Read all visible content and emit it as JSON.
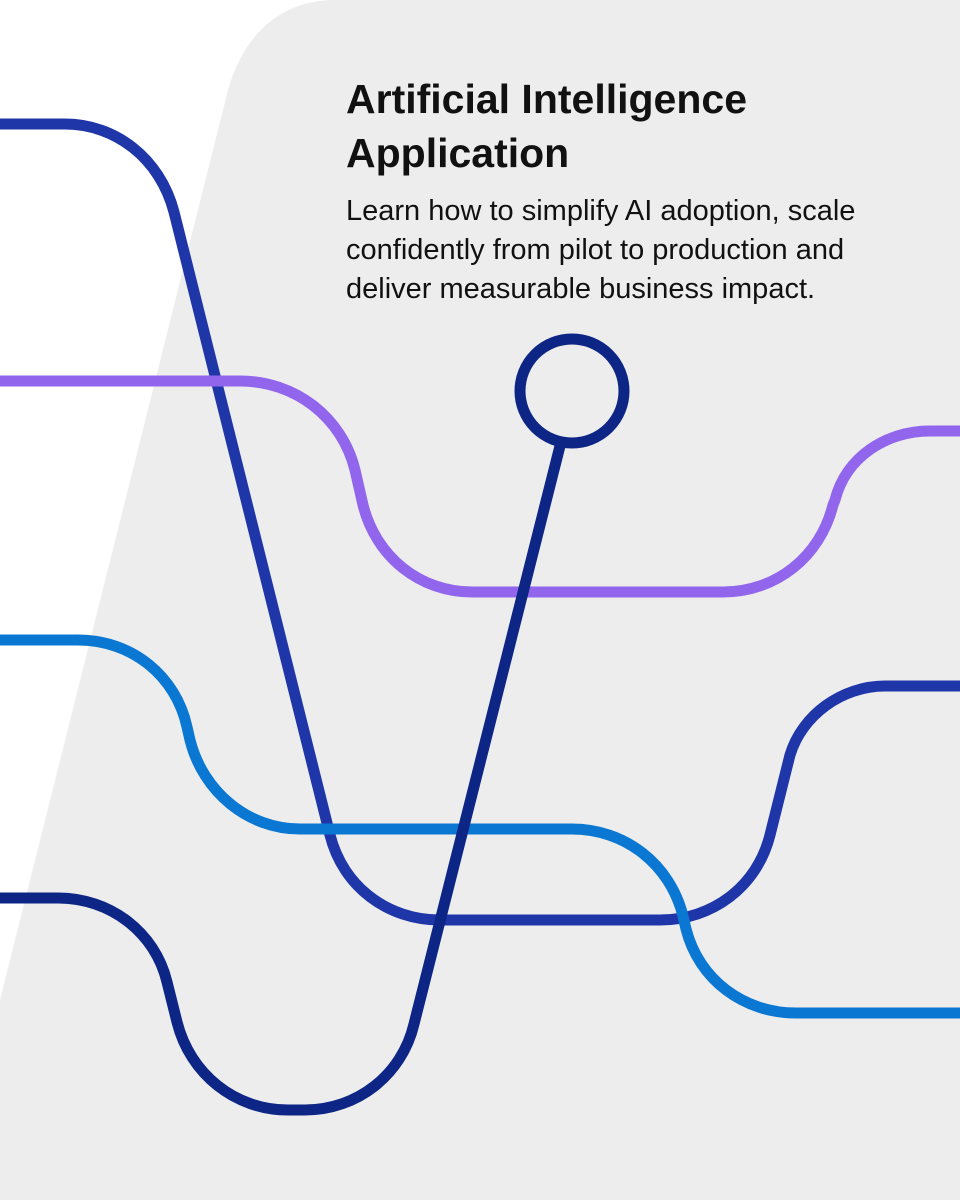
{
  "content": {
    "title": "Artificial Intelligence Application",
    "description": "Learn how to simplify AI adoption, scale confidently from pilot to production and deliver measurable business impact."
  },
  "colors": {
    "background": "#ffffff",
    "panel": "#ededee",
    "title_text": "#111111",
    "line_dark_blue": "#1f36a8",
    "line_purple": "#9266ec",
    "line_blue": "#0a77d2",
    "line_navy": "#0d2585"
  },
  "decoration": {
    "graphic": "network-lines-illustration",
    "node": "circle-node-icon"
  }
}
